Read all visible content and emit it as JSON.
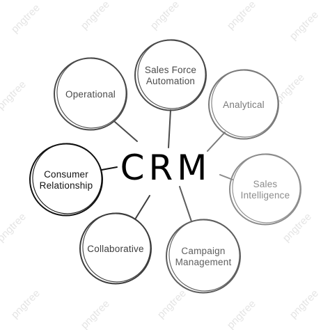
{
  "center": {
    "label": "CRM",
    "color": "#000000"
  },
  "watermark": {
    "text": "pngtree"
  },
  "nodes": [
    {
      "id": "operational",
      "lines": [
        "Operational"
      ],
      "color": "#4a4a4a"
    },
    {
      "id": "sales-force-automation",
      "lines": [
        "Sales Force",
        "Automation"
      ],
      "color": "#4a4a4a"
    },
    {
      "id": "analytical",
      "lines": [
        "Analytical"
      ],
      "color": "#7a7a7a"
    },
    {
      "id": "sales-intelligence",
      "lines": [
        "Sales",
        "Intelligence"
      ],
      "color": "#8c8c8c"
    },
    {
      "id": "campaign-management",
      "lines": [
        "Campaign",
        "Management"
      ],
      "color": "#5e5e5e"
    },
    {
      "id": "collaborative",
      "lines": [
        "Collaborative"
      ],
      "color": "#3c3c3c"
    },
    {
      "id": "consumer-relationship",
      "lines": [
        "Consumer",
        "Relationship"
      ],
      "color": "#111111"
    }
  ]
}
